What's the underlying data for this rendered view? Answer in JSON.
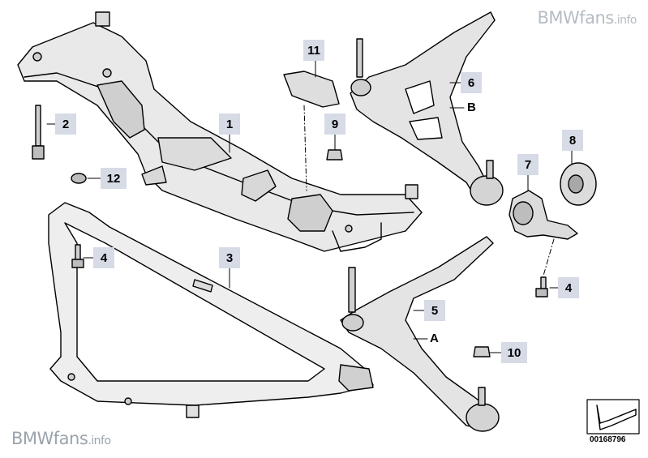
{
  "watermark": {
    "brand": "BMWfans",
    "suffix": ".info"
  },
  "callouts": {
    "c1": "1",
    "c2": "2",
    "c3": "3",
    "c4a": "4",
    "c4b": "4",
    "c5": "5",
    "c6": "6",
    "c7": "7",
    "c8": "8",
    "c9": "9",
    "c10": "10",
    "c11": "11",
    "c12": "12"
  },
  "letters": {
    "a": "A",
    "b": "B"
  },
  "part_number": "00168796",
  "colors": {
    "callout_bg": "#d6dbe6",
    "line": "#000000",
    "shade": "#c8c8c8",
    "watermark": "#9aa3ad"
  },
  "icons": [
    "front-axle-carrier",
    "wishbone-right",
    "wishbone-left",
    "reinforcement-plate",
    "rubber-mount",
    "bracket",
    "hex-bolt",
    "hex-nut",
    "direction-arrow-icon"
  ]
}
